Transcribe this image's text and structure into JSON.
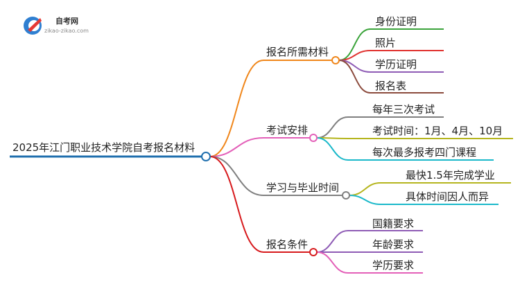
{
  "logo": {
    "brand": "自考网",
    "domain": "zikao-zikao.com",
    "colors": {
      "blue": "#2f7fd1",
      "red": "#e53935"
    }
  },
  "mindmap": {
    "root": {
      "label": "2025年江门职业技术学院自考报名材料",
      "color": "#1f6fae"
    },
    "branches": [
      {
        "label": "报名所需材料",
        "color": "#f0861a",
        "children": [
          {
            "label": "身份证明",
            "color": "#3aa33a"
          },
          {
            "label": "照片",
            "color": "#e0322f"
          },
          {
            "label": "学历证明",
            "color": "#8e5bb5"
          },
          {
            "label": "报名表",
            "color": "#8b4a3c"
          }
        ]
      },
      {
        "label": "考试安排",
        "color": "#e35fb8",
        "children": [
          {
            "label": "每年三次考试",
            "color": "#7f7f7f"
          },
          {
            "label": "考试时间：1月、4月、10月",
            "color": "#b5b51d"
          },
          {
            "label": "每次最多报考四门课程",
            "color": "#19b8c9"
          }
        ]
      },
      {
        "label": "学习与毕业时间",
        "color": "#7f7f7f",
        "children": [
          {
            "label": "最快1.5年完成学业",
            "color": "#b5b51d"
          },
          {
            "label": "具体时间因人而异",
            "color": "#19b8c9"
          }
        ]
      },
      {
        "label": "报名条件",
        "color": "#d7191c",
        "children": [
          {
            "label": "国籍要求",
            "color": "#8e5bb5"
          },
          {
            "label": "年龄要求",
            "color": "#8e5bb5"
          },
          {
            "label": "学历要求",
            "color": "#e35fb8"
          }
        ]
      }
    ]
  }
}
